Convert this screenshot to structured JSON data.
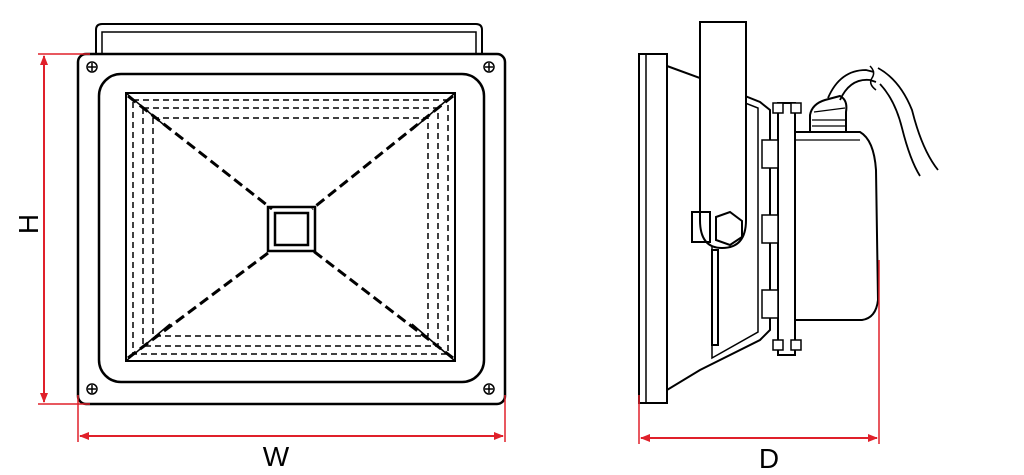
{
  "diagram": {
    "labels": {
      "height": "H",
      "width": "W",
      "depth": "D"
    },
    "colors": {
      "line": "#000000",
      "dimension": "#e0202a",
      "housing_fill": "#ffffff"
    }
  }
}
